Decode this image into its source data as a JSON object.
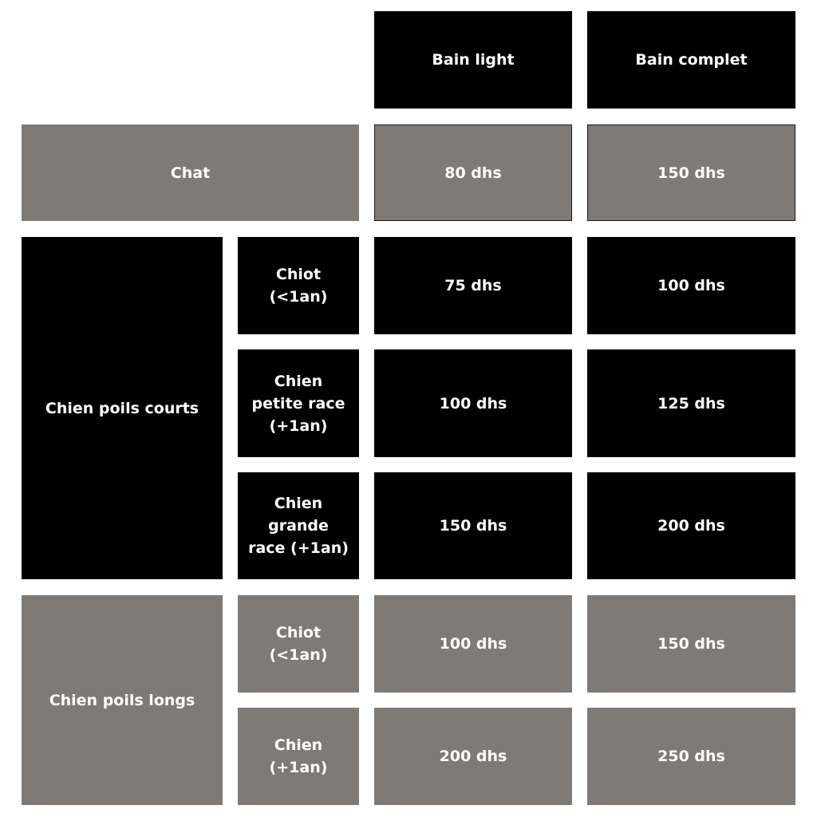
{
  "header": {
    "bain_light": "Bain light",
    "bain_complet": "Bain complet"
  },
  "chat": {
    "label": "Chat",
    "bain_light": "80 dhs",
    "bain_complet": "150 dhs"
  },
  "chien_poils_courts": {
    "label": "Chien poils courts",
    "rows": [
      {
        "label": "Chiot\n(<1an)",
        "bain_light": "75 dhs",
        "bain_complet": "100 dhs"
      },
      {
        "label": "Chien\npetite race\n(+1an)",
        "bain_light": "100 dhs",
        "bain_complet": "125 dhs"
      },
      {
        "label": "Chien\ngrande\nrace (+1an)",
        "bain_light": "150 dhs",
        "bain_complet": "200 dhs"
      }
    ]
  },
  "chien_poils_longs": {
    "label": "Chien poils longs",
    "rows": [
      {
        "label": "Chiot\n(<1an)",
        "bain_light": "100 dhs",
        "bain_complet": "150 dhs"
      },
      {
        "label": "Chien\n(+1an)",
        "bain_light": "200 dhs",
        "bain_complet": "250 dhs"
      }
    ]
  },
  "colors": {
    "dark": "#000000",
    "grey": "#807a77",
    "text": "#ffffff",
    "background": "#ffffff"
  }
}
